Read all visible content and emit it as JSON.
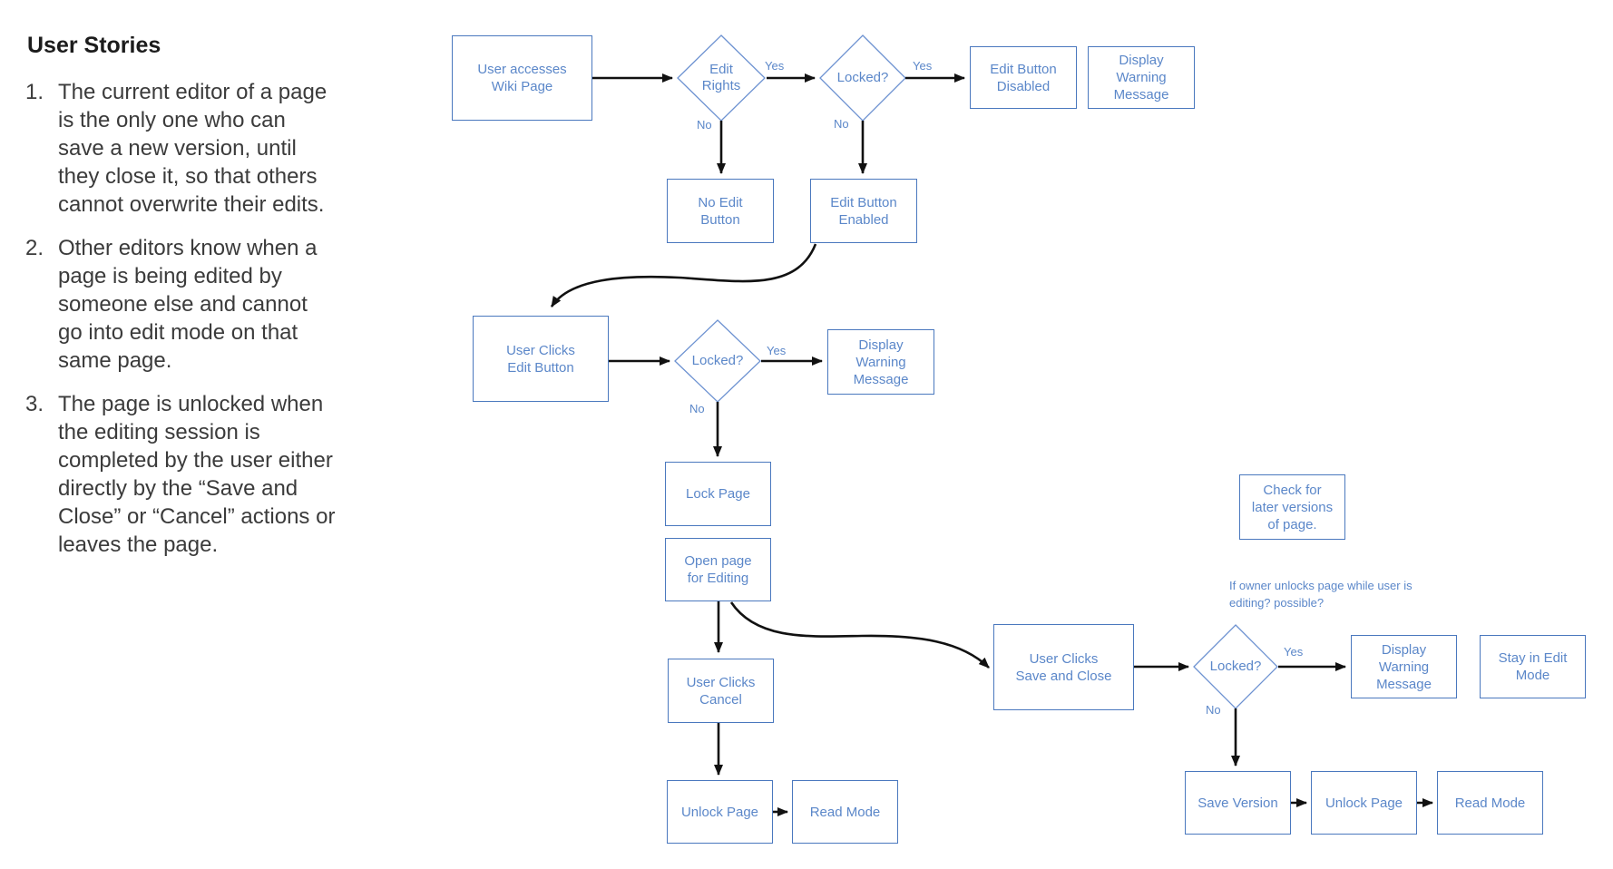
{
  "colors": {
    "box_border": "#4a78be",
    "diamond_border": "#6d92d1",
    "node_text": "#5b87c9",
    "story_text": "#3b3b3b",
    "title_text": "#1c1c1c",
    "arrow": "#111111"
  },
  "user_stories": {
    "title": "User Stories",
    "items": [
      {
        "num": "1.",
        "text": "The current editor of a page is the only one who can save a new version, until they close it, so that others cannot overwrite their edits."
      },
      {
        "num": "2.",
        "text": "Other editors know when a page is being edited by someone else and cannot go into edit mode on that same page."
      },
      {
        "num": "3.",
        "text": "The page is unlocked when the editing session is completed by the user either directly by the “Save and Close” or “Cancel” actions or leaves the page."
      }
    ]
  },
  "flowchart": {
    "labels": {
      "yes": "Yes",
      "no": "No"
    },
    "note": "If owner unlocks page while user is editing? possible?",
    "nodes": {
      "user_accesses": "User accesses\nWiki Page",
      "edit_rights": "Edit\nRights",
      "locked1": "Locked?",
      "edit_button_disabled": "Edit Button\nDisabled",
      "display_warning_1": "Display\nWarning\nMessage",
      "no_edit_button": "No Edit\nButton",
      "edit_button_enabled": "Edit Button\nEnabled",
      "user_clicks_edit": "User Clicks\nEdit Button",
      "locked2": "Locked?",
      "display_warning_2": "Display\nWarning\nMessage",
      "lock_page": "Lock Page",
      "open_page": "Open page\nfor Editing",
      "user_clicks_cancel": "User Clicks\nCancel",
      "unlock_page_1": "Unlock Page",
      "read_mode_1": "Read Mode",
      "check_later": "Check for\nlater versions\nof page.",
      "user_clicks_save": "User Clicks\nSave and Close",
      "locked3": "Locked?",
      "display_warning_3": "Display\nWarning\nMessage",
      "stay_in_edit": "Stay in Edit\nMode",
      "save_version": "Save Version",
      "unlock_page_2": "Unlock Page",
      "read_mode_2": "Read Mode"
    }
  }
}
